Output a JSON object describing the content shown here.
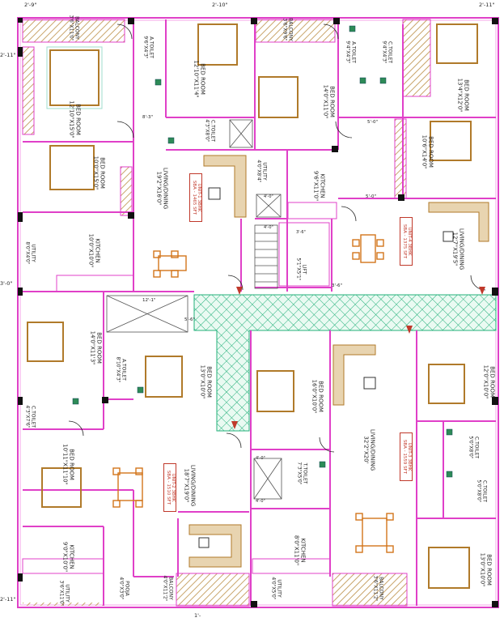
{
  "colors": {
    "wall": "#e040c8",
    "wall_inner": "#f4a6ea",
    "hatch": "#c8a46a",
    "corridor": "#23b07a",
    "furniture": "#b07a2a",
    "dims": "#222222",
    "accent": "#c0392b",
    "fixture": "#2e8b57"
  },
  "edge_dims": {
    "top_left": "2'-9\"",
    "top_mid": "2'-10\"",
    "top_right": "2'-11\"",
    "left_top": "2'-11\"",
    "left_mid": "3'-0\"",
    "bottom_left": "2'-11\"",
    "bottom_mid": "1'-"
  },
  "rooms": {
    "r1": "BALCONY\n3'6\"X11'0\"",
    "r2": "A.TOILET\n9'6\"X4'3\"",
    "r3": "BED ROOM\n12'10\"X11'4\"",
    "r4": "BALCONY\n3'6\"X9'6\"",
    "r5": "A.TOILET\n9'4\"X4'3\"",
    "r6": "C.TOILET\n9'4\"X4'3\"",
    "r7": "BED ROOM\n13'4\"X12'0\"",
    "r8": "BED ROOM\n12'10\"X15'0\"",
    "r9": "BED ROOM\n14'0\"X11'0\"",
    "r10": "C.TOILET\n4'3\"X8'0\"",
    "r11": "BED ROOM\n10'6\"X14'0\"",
    "r12": "BED ROOM\n10'0\"X15'0\"",
    "r13": "LIVING/DINING\n19'2\"X16'0\"",
    "r14": "UTILITY\n4'0\"X8'4\"",
    "r15": "KITCHEN\n9'6\"X11'0\"",
    "r16": "UTILITY\n8'0\"X4'0\"",
    "r17": "KITCHEN\n10'0\"X10'0\"",
    "r18": "LIVING/DINING\n12'7\"X19'5\"",
    "r19": "LIFT\n5'1\"X5'1\"",
    "r20": "BED ROOM\n14'0\"X11'3\"",
    "r21": "A.TOILET\n8'10\"X4'3\"",
    "r22": "BED ROOM\n13'0\"X10'0\"",
    "r23": "BED ROOM\n16'0\"X10'0\"",
    "r24": "BED ROOM\n12'0\"X10'0\"",
    "r25": "C.TOILET\n4'3\"X7'6\"",
    "r26": "LIVING/DINING\n32'2\"X20'",
    "r27": "C.TOILET\n5'0\"X8'0\"",
    "r28": "BED ROOM\n10'11\"X11'10\"",
    "r29": "T.TOILET\n7'3\"X5'0\"",
    "r30": "LIVING/DINING\n18'7\"X19'0\"",
    "r31": "C.TOILET\n5'0\"X8'0\"",
    "r32": "KITCHEN\n8'0\"X11'0\"",
    "r33": "KITCHEN\n9'0\"X10'0\"",
    "r34": "BED ROOM\n13'0\"X10'0\"",
    "r35": "UTILITY\n3'6\"X11'0\"",
    "r36": "POOJA\n4'0\"X3'0\"",
    "r37": "BALCONY\n4'0\"X11'2\"",
    "r38": "UTILITY\n4'0\"X5'0\"",
    "r39": "BALCONY\n3'6\"X11'2\""
  },
  "units": {
    "u1": "UNIT-1 3BHK\nSBA - 1465 SFT",
    "u2": "UNIT-4 3BHK\nSBA - 1375 SFT",
    "u3": "UNIT-2 3BHK\nSBA - 1510 SFT",
    "u4": "UNIT-3 3BHK\nSBA - 1559 SFT"
  },
  "dims": {
    "d1": "8'-3\"",
    "d2": "5'-0\"",
    "d3": "5'-0\"",
    "d4": "4'-0\"",
    "d5": "4'-0\"",
    "d6": "3'-6\"",
    "d7": "3'-6\"",
    "d8": "12'-1\"",
    "d9": "5'-6\"",
    "d10": "4'-0\"",
    "d11": "4'-0\""
  }
}
